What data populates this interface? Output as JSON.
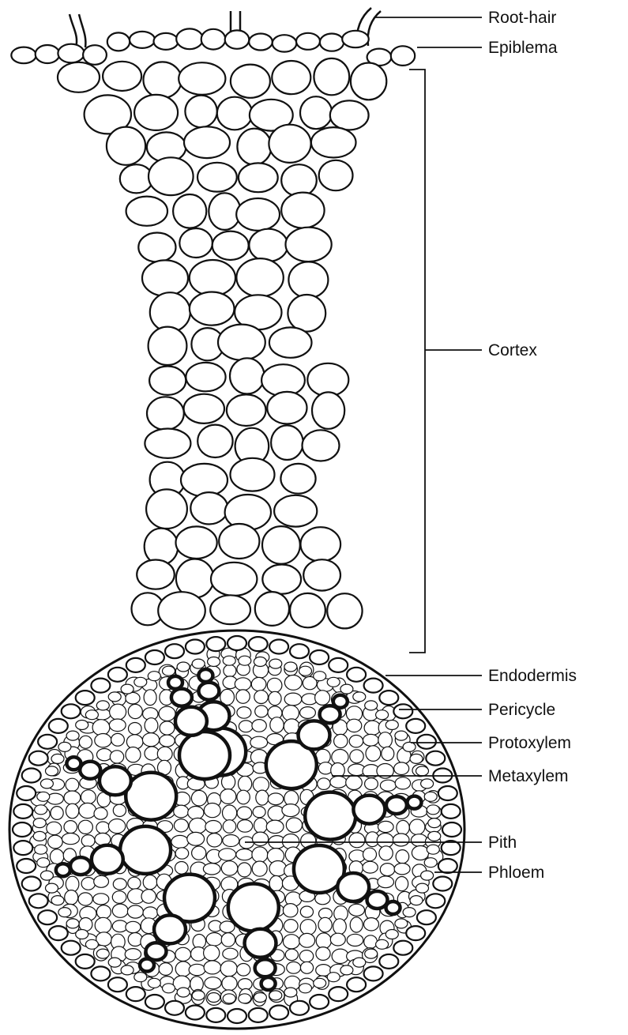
{
  "labels": {
    "root_hair": "Root-hair",
    "epiblema": "Epiblema",
    "cortex": "Cortex",
    "endodermis": "Endodermis",
    "pericycle": "Pericycle",
    "protoxylem": "Protoxylem",
    "metaxylem": "Metaxylem",
    "pith": "Pith",
    "phloem": "Phloem"
  },
  "colors": {
    "ink": "#111111",
    "paper": "#ffffff"
  }
}
